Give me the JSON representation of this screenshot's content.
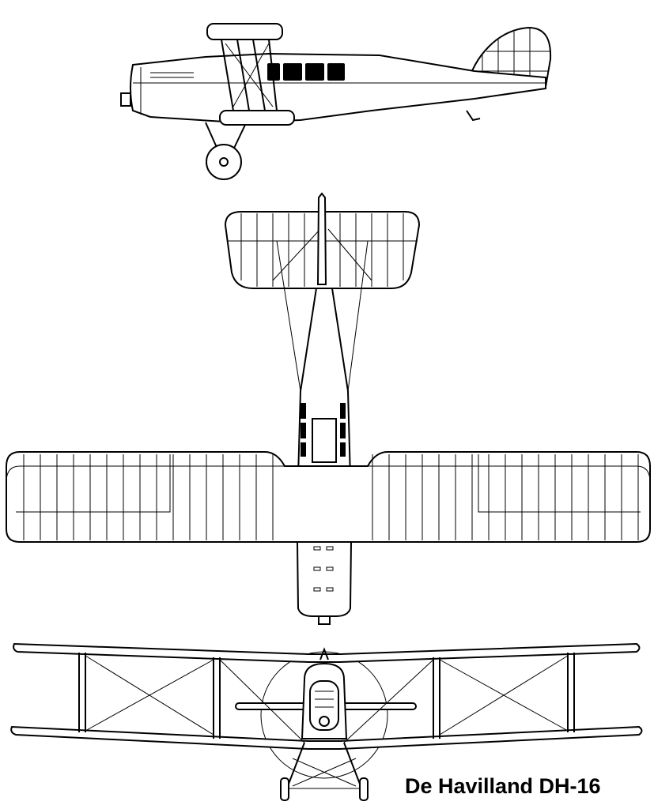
{
  "caption": "De Havilland DH-16",
  "views": [
    "side-view",
    "top-view",
    "front-view"
  ],
  "colors": {
    "line": "#000000",
    "background": "#ffffff"
  }
}
